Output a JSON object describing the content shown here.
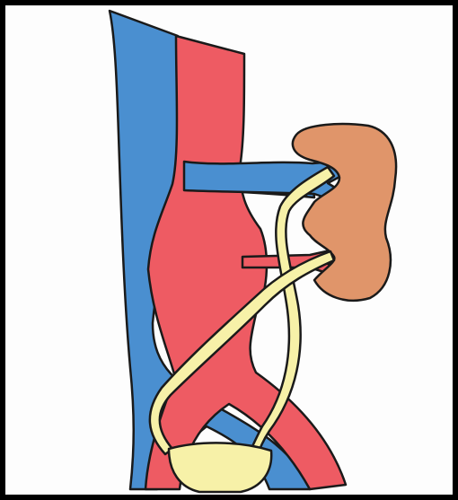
{
  "figure": {
    "kind": "anatomical illustration",
    "structures": [
      "inferior-vena-cava",
      "abdominal-aorta",
      "renal-vein",
      "renal-artery",
      "kidney",
      "ureter",
      "accessory-ureter",
      "urinary-bladder",
      "iliac-artery",
      "iliac-vein"
    ]
  },
  "colors": {
    "vein": "#4a8fd0",
    "artery": "#ee5b63",
    "kidney": "#e0956a",
    "ureter": "#f7f1a8",
    "bladder": "#f7f1a8",
    "outline": "#1a1a1a",
    "frame": "#000000",
    "background": "#fdfdfd"
  }
}
